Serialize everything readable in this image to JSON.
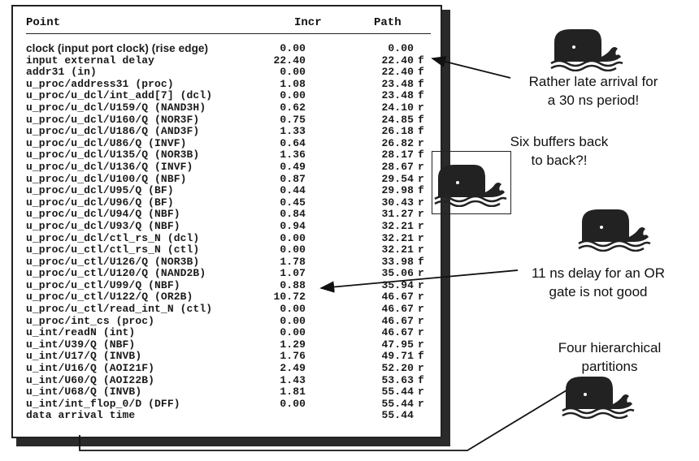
{
  "header": {
    "point": "Point",
    "incr": "Incr",
    "path": "Path"
  },
  "rows": [
    {
      "point": "clock (input port clock) (rise edge)",
      "incr": "0.00",
      "path": "0.00",
      "edge": ""
    },
    {
      "point": "input external delay",
      "incr": "22.40",
      "path": "22.40",
      "edge": "f"
    },
    {
      "point": "addr31 (in)",
      "incr": "0.00",
      "path": "22.40",
      "edge": "f"
    },
    {
      "point": "u_proc/address31 (proc)",
      "incr": "1.08",
      "path": "23.48",
      "edge": "f"
    },
    {
      "point": "u_proc/u_dcl/int_add[7] (dcl)",
      "incr": "0.00",
      "path": "23.48",
      "edge": "f"
    },
    {
      "point": "u_proc/u_dcl/U159/Q (NAND3H)",
      "incr": "0.62",
      "path": "24.10",
      "edge": "r"
    },
    {
      "point": "u_proc/u_dcl/U160/Q (NOR3F)",
      "incr": "0.75",
      "path": "24.85",
      "edge": "f"
    },
    {
      "point": "u_proc/u_dcl/U186/Q (AND3F)",
      "incr": "1.33",
      "path": "26.18",
      "edge": "f"
    },
    {
      "point": "u_proc/u_dcl/U86/Q (INVF)",
      "incr": "0.64",
      "path": "26.82",
      "edge": "r"
    },
    {
      "point": "u_proc/u_dcl/U135/Q (NOR3B)",
      "incr": "1.36",
      "path": "28.17",
      "edge": "f"
    },
    {
      "point": "u_proc/u_dcl/U136/Q (INVF)",
      "incr": "0.49",
      "path": "28.67",
      "edge": "r"
    },
    {
      "point": "u_proc/u_dcl/U100/Q (NBF)",
      "incr": "0.87",
      "path": "29.54",
      "edge": "r"
    },
    {
      "point": "u_proc/u_dcl/U95/Q (BF)",
      "incr": "0.44",
      "path": "29.98",
      "edge": "f"
    },
    {
      "point": "u_proc/u_dcl/U96/Q (BF)",
      "incr": "0.45",
      "path": "30.43",
      "edge": "r"
    },
    {
      "point": "u_proc/u_dcl/U94/Q (NBF)",
      "incr": "0.84",
      "path": "31.27",
      "edge": "r"
    },
    {
      "point": "u_proc/u_dcl/U93/Q (NBF)",
      "incr": "0.94",
      "path": "32.21",
      "edge": "r"
    },
    {
      "point": "u_proc/u_dcl/ctl_rs_N (dcl)",
      "incr": "0.00",
      "path": "32.21",
      "edge": "r"
    },
    {
      "point": "u_proc/u_ctl/ctl_rs_N (ctl)",
      "incr": "0.00",
      "path": "32.21",
      "edge": "r"
    },
    {
      "point": "u_proc/u_ctl/U126/Q (NOR3B)",
      "incr": "1.78",
      "path": "33.98",
      "edge": "f"
    },
    {
      "point": "u_proc/u_ctl/U120/Q (NAND2B)",
      "incr": "1.07",
      "path": "35.06",
      "edge": "r"
    },
    {
      "point": "u_proc/u_ctl/U99/Q (NBF)",
      "incr": "0.88",
      "path": "35.94",
      "edge": "r"
    },
    {
      "point": "u_proc/u_ctl/U122/Q (OR2B)",
      "incr": "10.72",
      "path": "46.67",
      "edge": "r"
    },
    {
      "point": "u_proc/u_ctl/read_int_N (ctl)",
      "incr": "0.00",
      "path": "46.67",
      "edge": "r"
    },
    {
      "point": "u_proc/int_cs (proc)",
      "incr": "0.00",
      "path": "46.67",
      "edge": "r"
    },
    {
      "point": "u_int/readN (int)",
      "incr": "0.00",
      "path": "46.67",
      "edge": "r"
    },
    {
      "point": "u_int/U39/Q (NBF)",
      "incr": "1.29",
      "path": "47.95",
      "edge": "r"
    },
    {
      "point": "u_int/U17/Q (INVB)",
      "incr": "1.76",
      "path": "49.71",
      "edge": "f"
    },
    {
      "point": "u_int/U16/Q (AOI21F)",
      "incr": "2.49",
      "path": "52.20",
      "edge": "r"
    },
    {
      "point": "u_int/U60/Q (AOI22B)",
      "incr": "1.43",
      "path": "53.63",
      "edge": "f"
    },
    {
      "point": "u_int/U68/Q (INVB)",
      "incr": "1.81",
      "path": "55.44",
      "edge": "r"
    },
    {
      "point": "u_int/int_flop_0/D (DFF)",
      "incr": "0.00",
      "path": "55.44",
      "edge": "r"
    },
    {
      "point": "data arrival time",
      "incr": "",
      "path": "55.44",
      "edge": ""
    }
  ],
  "annotations": [
    {
      "line1": "Rather late arrival for",
      "line2": "a 30 ns period!"
    },
    {
      "line1": "Six buffers back",
      "line2": "to back?!"
    },
    {
      "line1": "11 ns delay for an OR",
      "line2": "gate is not good"
    },
    {
      "line1": "Four hierarchical",
      "line2": "partitions"
    }
  ],
  "icons": [
    "whale-icon"
  ],
  "colors": {
    "ink": "#111111",
    "whale": "#222222",
    "shadow": "#2a2a2a"
  }
}
